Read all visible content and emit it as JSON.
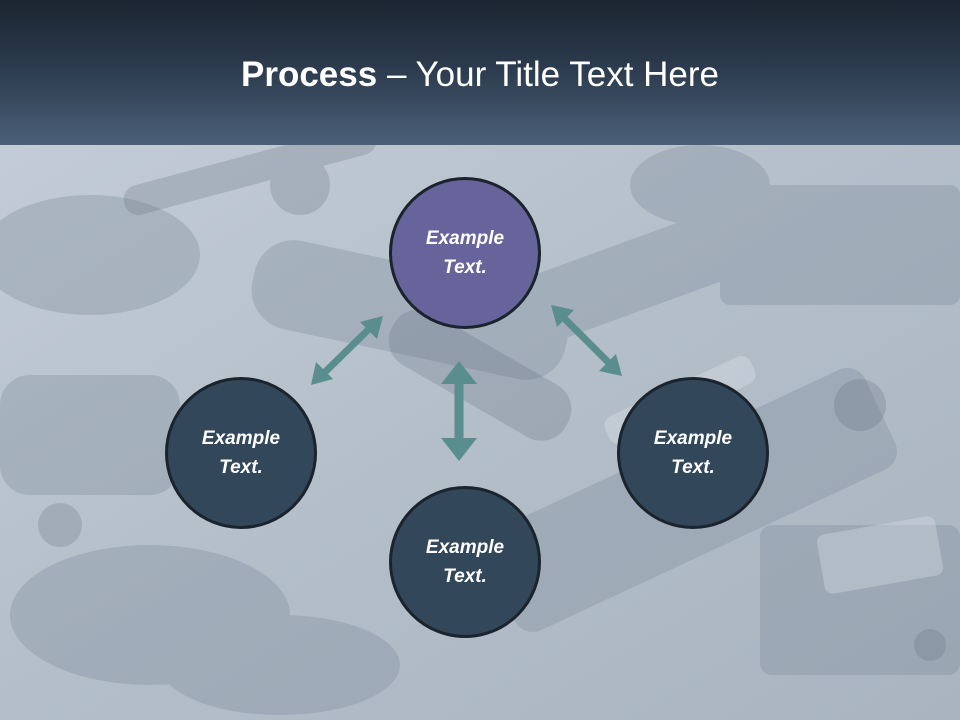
{
  "slide": {
    "title_bold": "Process",
    "title_rest": " – Your Title Text Here"
  },
  "diagram": {
    "nodes": [
      {
        "id": "top",
        "line1": "Example",
        "line2": "Text."
      },
      {
        "id": "left",
        "line1": "Example",
        "line2": "Text."
      },
      {
        "id": "right",
        "line1": "Example",
        "line2": "Text."
      },
      {
        "id": "bottom",
        "line1": "Example",
        "line2": "Text."
      }
    ]
  },
  "colors": {
    "header_dark": "#1c2531",
    "header_light": "#4a5f78",
    "node_highlight": "#67639b",
    "node_default": "#33475a",
    "arrow": "#5a8e8e"
  }
}
